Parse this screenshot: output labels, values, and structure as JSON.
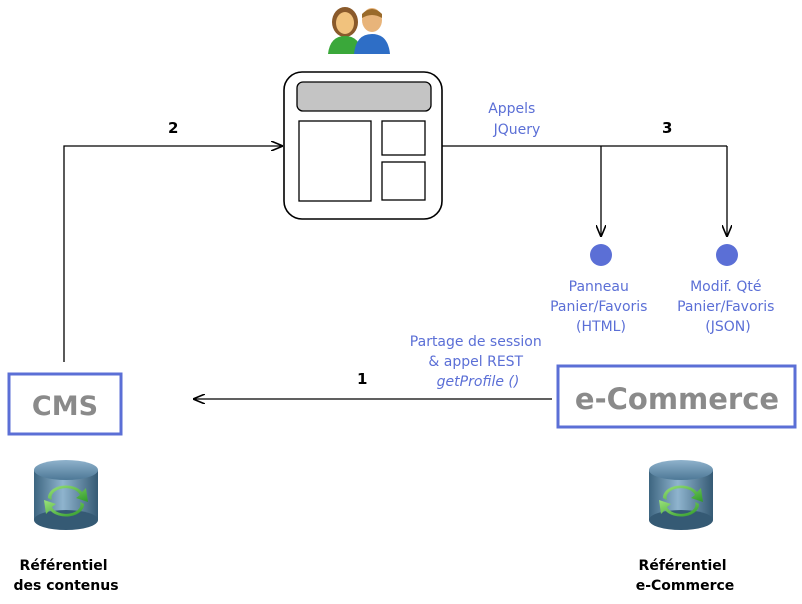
{
  "users_icon": "users-icon",
  "page_icon": "webpage-icon",
  "database_icon": "database-sync-icon",
  "colors": {
    "accent": "#5b6fd6",
    "box_border": "#5b6fd6",
    "system_text": "#8a8a8a",
    "node": "#5b6fd6"
  },
  "steps": {
    "s1": "1",
    "s2": "2",
    "s3": "3"
  },
  "jquery_calls": [
    "Appels",
    "JQuery"
  ],
  "node_left": {
    "label": [
      "Panneau",
      "Panier/Favoris",
      "(HTML)"
    ]
  },
  "node_right": {
    "label": [
      "Modif. Qté",
      "Panier/Favoris",
      "(JSON)"
    ]
  },
  "session": {
    "line1": "Partage de session",
    "line2": "& appel REST",
    "line3": "getProfile ()"
  },
  "cms": {
    "label": "CMS",
    "db_label": [
      "Référentiel",
      "des contenus"
    ]
  },
  "ecommerce": {
    "label": "e-Commerce",
    "db_label": [
      "Référentiel",
      "e-Commerce"
    ]
  }
}
